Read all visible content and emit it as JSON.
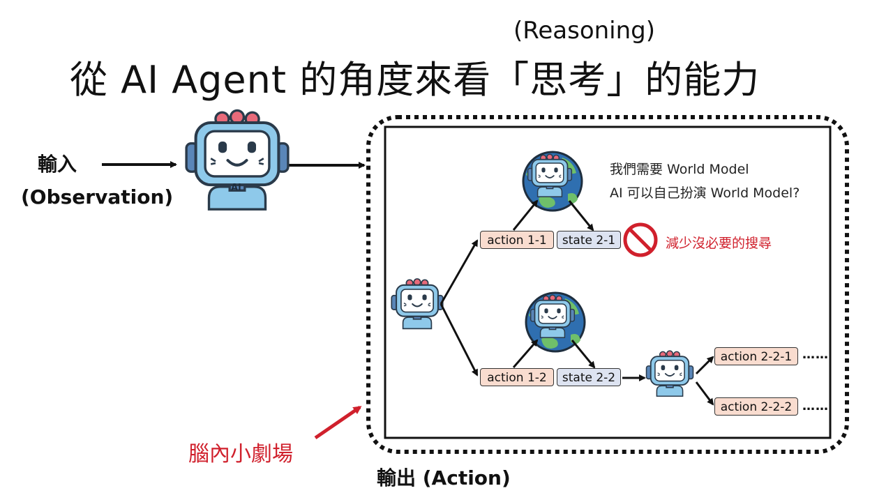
{
  "title": {
    "subtitle": "(Reasoning)",
    "main": "從 AI Agent 的角度來看「思考」的能力"
  },
  "input": {
    "label": "輸入",
    "sub": "(Observation)"
  },
  "output": {
    "label": "輸出 (Action)"
  },
  "brain_label": "腦內小劇場",
  "agent_badge": "AI",
  "notes": {
    "line1": "我們需要 World Model",
    "line2": "AI 可以自己扮演 World Model?",
    "reduce": "減少沒必要的搜尋"
  },
  "nodes": {
    "action_1_1": "action 1-1",
    "state_2_1": "state 2-1",
    "action_1_2": "action 1-2",
    "state_2_2": "state 2-2",
    "action_2_2_1": "action 2-2-1",
    "action_2_2_2": "action 2-2-2",
    "ellipsis": "……"
  },
  "colors": {
    "action_fill": "#f9dccf",
    "state_fill": "#dde3f1",
    "accent_red": "#d0202c",
    "robot_body": "#8ec9ea"
  }
}
